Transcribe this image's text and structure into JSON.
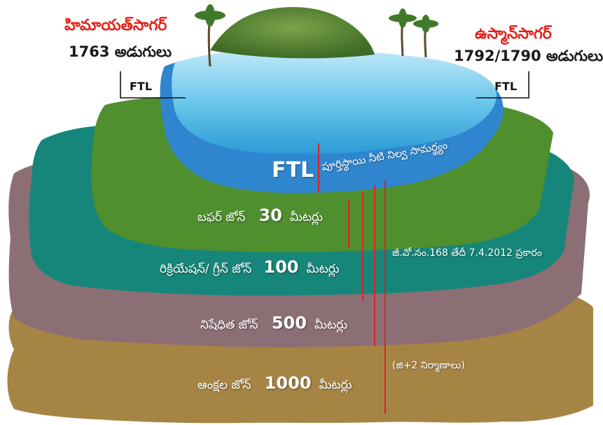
{
  "left_reservoir": {
    "name": "హిమాయత్‌సాగర్",
    "level": "1763 అడుగులు",
    "ftl_tag": "FTL"
  },
  "right_reservoir": {
    "name": "ఉస్మాన్‌సాగర్",
    "level": "1792/1790 అడుగులు",
    "ftl_tag": "FTL"
  },
  "water": {
    "ftl": "FTL",
    "description": "పూర్తిస్థాయి నీటి నిల్వ సామర్థ్యం"
  },
  "zones": [
    {
      "label": "బఫర్ జోన్",
      "distance": "30",
      "unit": "మీటర్లు",
      "color": "#4f8f2e"
    },
    {
      "label": "రిక్రియేషన్/ గ్రీన్ జోన్",
      "distance": "100",
      "unit": "మీటర్లు",
      "color": "#16867a"
    },
    {
      "label": "నిషేధిత జోన్",
      "distance": "500",
      "unit": "మీటర్లు",
      "color": "#8c6f75"
    },
    {
      "label": "ఆంక్షల జోన్",
      "distance": "1000",
      "unit": "మీటర్లు",
      "color": "#a68544"
    }
  ],
  "notes": {
    "go": "జీ.వో.నం.168 తేదీ 7.4.2012 ప్రకారం",
    "construction": "(జి+2 నిర్మాణాలు)"
  },
  "colors": {
    "accent_red": "#e2231a",
    "water": "#3aa2dc",
    "marker_line": "#d8232a"
  }
}
